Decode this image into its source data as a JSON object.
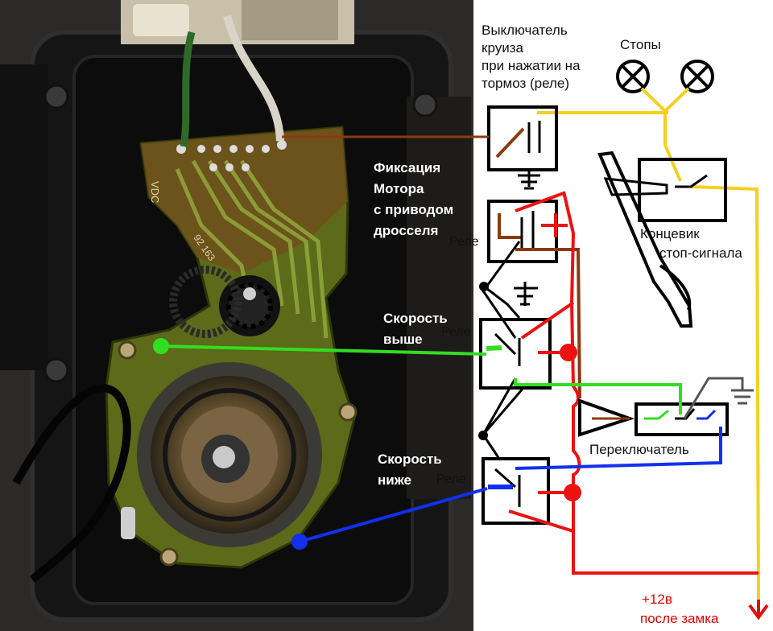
{
  "labels": {
    "cruise_switch": [
      "Выключатель",
      "круиза",
      "при нажатии на",
      "тормоз (реле)"
    ],
    "stops": "Стопы",
    "motor_lock": [
      "Фиксация",
      "Мотора",
      "с приводом",
      "дросселя"
    ],
    "relay_1": "Реле",
    "brake_switch": [
      "Концевик",
      "стоп-сигнала"
    ],
    "speed_up": [
      "Скорость",
      "выше"
    ],
    "relay_2": "Реле",
    "speed_down": [
      "Скорость",
      "ниже"
    ],
    "relay_3": "Реле",
    "selector_switch": "Переключатель",
    "power": [
      "+12в",
      "после замка"
    ],
    "pcb_mark": "VDC",
    "pcb_code": "92 163"
  },
  "colors": {
    "wire_red": "#ee1111",
    "wire_yellow": "#f5d020",
    "wire_brown": "#8b3a0f",
    "wire_green": "#33dd22",
    "wire_blue": "#1230ee",
    "wire_black": "#000000",
    "wire_gray": "#555555",
    "pcb_green": "#5c6a1a",
    "housing": "#1b1b1b"
  },
  "icons": [
    "lamp-icon",
    "ground-icon",
    "relay-icon",
    "amplifier-icon",
    "arrow-down-icon"
  ]
}
